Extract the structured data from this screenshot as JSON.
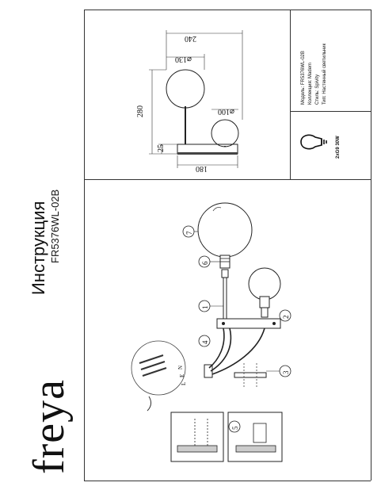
{
  "brand": {
    "logo_text": "freya"
  },
  "document": {
    "title": "Инструкция",
    "model": "FR5376WL-02B"
  },
  "specs": {
    "model_label": "Модель:",
    "model_value": "FR5376WL-02B",
    "collection_label": "Коллекция:",
    "collection_value": "Madem",
    "style_label": "Стиль:",
    "style_value": "Spivity",
    "type_label": "Тип:",
    "type_value": "Настенный светильник"
  },
  "bulb": {
    "label": "2xG9 30W",
    "icon": "light-bulb-icon"
  },
  "dimensions": {
    "width_total": "240",
    "height_total": "280",
    "base_height": "25",
    "base_width": "180",
    "large_diameter": "⌀130",
    "small_diameter": "⌀100"
  },
  "callouts": [
    "1",
    "2",
    "3",
    "4",
    "5",
    "6",
    "7"
  ],
  "wire_labels": [
    "N",
    "E",
    "L"
  ]
}
